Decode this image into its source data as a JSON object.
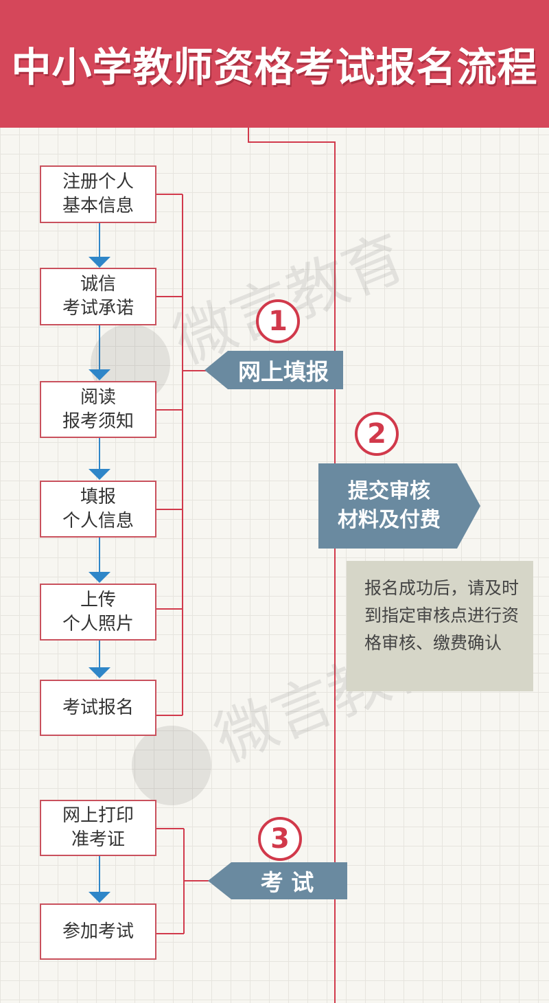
{
  "header": {
    "title": "中小学教师资格考试报名流程"
  },
  "watermark": {
    "text": "微言教育"
  },
  "phase1": {
    "number": "1",
    "label": "网上填报",
    "steps": [
      "注册个人\n基本信息",
      "诚信\n考试承诺",
      "阅读\n报考须知",
      "填报\n个人信息",
      "上传\n个人照片",
      "考试报名"
    ]
  },
  "phase2": {
    "number": "2",
    "label": "提交审核\n材料及付费",
    "note": "报名成功后，请及时到指定审核点进行资格审核、缴费确认"
  },
  "phase3": {
    "number": "3",
    "label": "考 试",
    "steps": [
      "网上打印\n准考证",
      "参加考试"
    ]
  },
  "colors": {
    "header": "#d5475a",
    "connector": "#d1394b",
    "arrow": "#2f86c8",
    "tag": "#6a8aa0",
    "note_bg": "#d6d6c8"
  }
}
